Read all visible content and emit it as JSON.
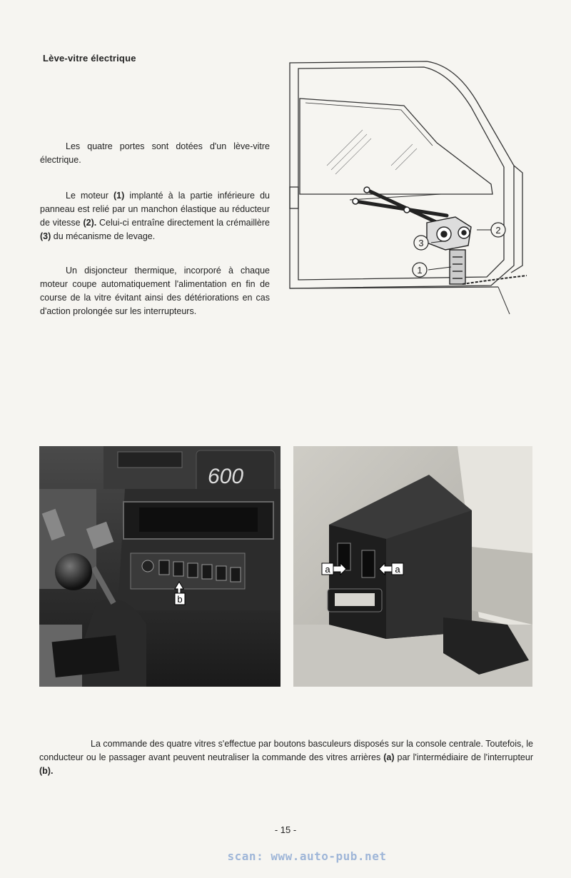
{
  "title": "Lève-vitre électrique",
  "paragraphs": {
    "p1": "Les quatre portes sont dotées d'un lève-vitre électrique.",
    "p2_a": "Le moteur ",
    "p2_ref1": "(1)",
    "p2_b": " implanté à la partie inférieure du panneau est relié par un manchon élastique au réducteur de vitesse ",
    "p2_ref2": "(2).",
    "p2_c": " Celui-ci entraîne directement la crémaillère ",
    "p2_ref3": "(3)",
    "p2_d": " du mécanisme de levage.",
    "p3": "Un disjoncteur thermique, incorporé à chaque moteur coupe automatiquement l'alimentation en fin de course de la vitre évitant ainsi des détériorations en cas d'action prolongée sur les interrupteurs."
  },
  "door_figure": {
    "callouts": [
      "1",
      "2",
      "3"
    ]
  },
  "photo_left": {
    "badge": "600",
    "callout": "b"
  },
  "photo_right": {
    "callouts": [
      "a",
      "a"
    ]
  },
  "bottom_text": {
    "part1": "La commande des quatre vitres s'effectue par boutons basculeurs disposés sur la console centrale. Toutefois, le conducteur ou le passager avant peuvent neutraliser la commande des vitres arrières ",
    "ref_a": "(a)",
    "part2": " par l'intermédiaire de l'interrupteur ",
    "ref_b": "(b)."
  },
  "page_number": "- 15 -",
  "footer": "scan: www.auto-pub.net"
}
